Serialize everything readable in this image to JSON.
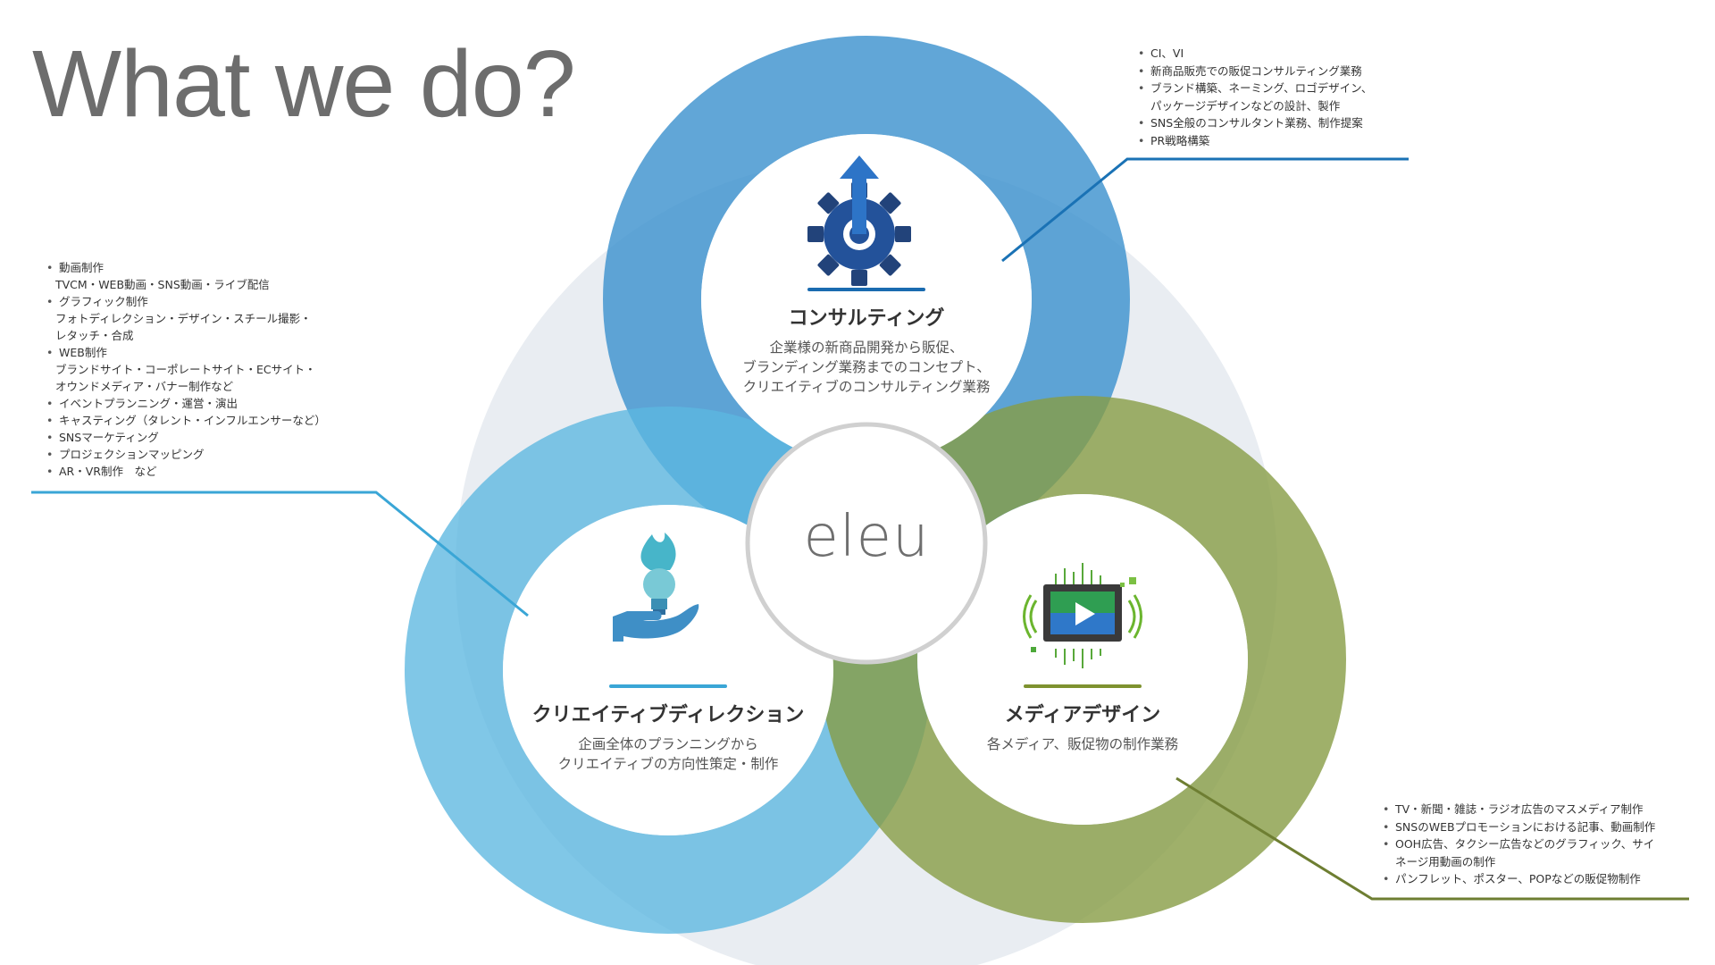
{
  "page": {
    "title": "What we do?"
  },
  "center": {
    "logo_text": "eleu"
  },
  "colors": {
    "consulting": "#3a90cd",
    "creative": "#5cb7e0",
    "media": "#879c45",
    "background_circle": "#e9edf2"
  },
  "consulting": {
    "icon": "gear-arrow-icon",
    "title": "コンサルティング",
    "description": [
      "企業様の新商品開発から販促、",
      "ブランディング業務までのコンセプト、",
      "クリエイティブのコンサルティング業務"
    ],
    "notes": [
      "CI、VI",
      "新商品販売での販促コンサルティング業務",
      "ブランド構築、ネーミング、ロゴデザイン、",
      "パッケージデザインなどの設計、製作",
      "SNS全般のコンサルタント業務、制作提案",
      "PR戦略構築"
    ]
  },
  "creative": {
    "icon": "lightbulb-hand-icon",
    "title": "クリエイティブディレクション",
    "description": [
      "企画全体のプランニングから",
      "クリエイティブの方向性策定・制作"
    ],
    "notes": [
      "動画制作",
      "TVCM・WEB動画・SNS動画・ライブ配信",
      "グラフィック制作",
      "フォトディレクション・デザイン・スチール撮影・",
      "レタッチ・合成",
      "WEB制作",
      "ブランドサイト・コーポレートサイト・ECサイト・",
      "オウンドメディア・バナー制作など",
      "イベントプランニング・運営・演出",
      "キャスティング（タレント・インフルエンサーなど）",
      "SNSマーケティング",
      "プロジェクションマッピング",
      "AR・VR制作　など"
    ]
  },
  "media": {
    "icon": "video-screen-icon",
    "title": "メディアデザイン",
    "description": [
      "各メディア、販促物の制作業務"
    ],
    "notes": [
      "TV・新聞・雑誌・ラジオ広告のマスメディア制作",
      "SNSのWEBプロモーションにおける記事、動画制作",
      "OOH広告、タクシー広告などのグラフィック、サイ",
      "ネージ用動画の制作",
      "パンフレット、ポスター、POPなどの販促物制作"
    ]
  }
}
